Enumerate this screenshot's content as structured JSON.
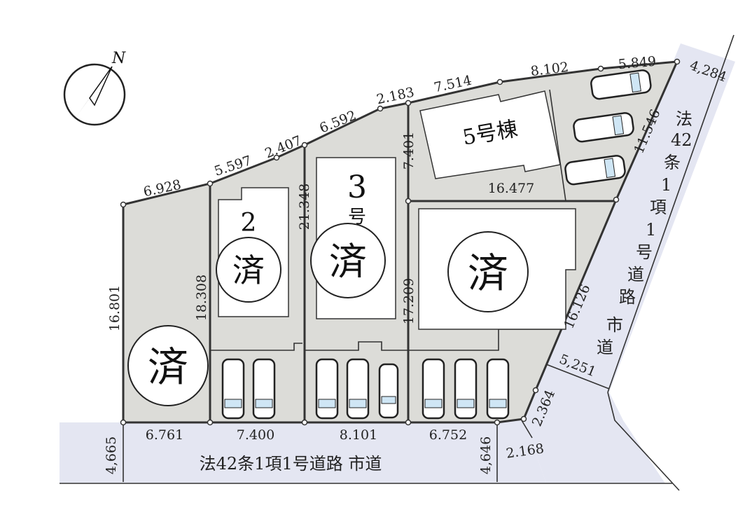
{
  "compass": {
    "north_label": "N",
    "icon": "north-arrow-icon"
  },
  "colors": {
    "lot_fill": "#dcdcd8",
    "road_fill": "#e4e6f2",
    "line": "#333333"
  },
  "lots": {
    "lot2_label": "2",
    "lot3_label": "3",
    "lot3_suffix": "号",
    "lot5_label": "5号棟",
    "sold_mark": "済"
  },
  "dimensions": {
    "top": [
      "6.928",
      "5.597",
      "2.407",
      "6.592",
      "2.183",
      "7.514",
      "8.102",
      "5.849"
    ],
    "east_road_width": "4,284",
    "east_upper": "11.546",
    "east_lower": "16.126",
    "lot5_south": "16.477",
    "divider_3_4_upper": "7.401",
    "divider_3_4_lower": "17.209",
    "divider_2_3": "21.348",
    "divider_1_2": "18.308",
    "west": "16.801",
    "bottom": [
      "6.761",
      "7.400",
      "8.101",
      "6.752"
    ],
    "corner_a": "2.364",
    "corner_b": "2.168",
    "south_road_width_west": "4,665",
    "south_road_width_east": "4,646",
    "east_road_width_south": "5,251"
  },
  "roads": {
    "south": "法42条1項1号道路 市道",
    "east": [
      "法",
      "42",
      "条",
      "1",
      "項",
      "1",
      "号",
      "道",
      "路",
      "市",
      "道"
    ]
  }
}
